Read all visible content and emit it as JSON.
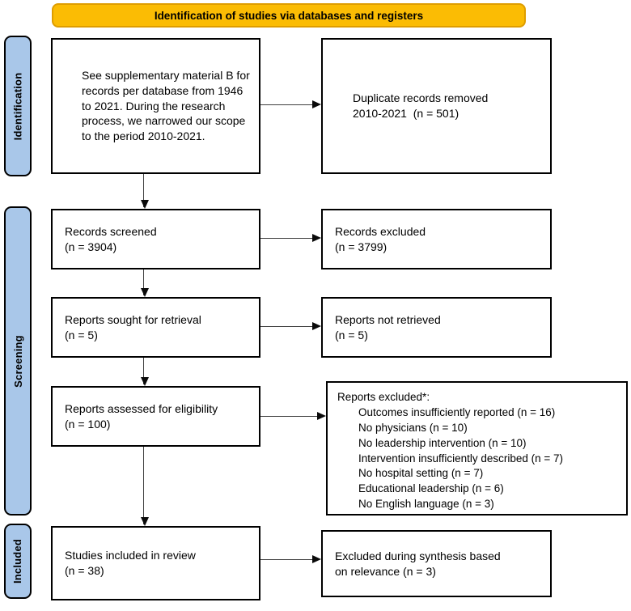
{
  "banner": {
    "label": "Identification of studies via databases and registers"
  },
  "colors": {
    "banner_fill": "#FBBC04",
    "banner_border": "#DE9D00",
    "stage_fill": "#A9C7E9",
    "box_border": "#000000",
    "arrow": "#3f3f3f"
  },
  "stages": [
    {
      "label": "Identification"
    },
    {
      "label": "Screening"
    },
    {
      "label": "Included"
    }
  ],
  "boxes": {
    "supplementary_note": {
      "text": "See supplementary material B for records per database from 1946 to 2021. During the research process, we narrowed our scope to the period 2010-2021."
    },
    "duplicates_removed": {
      "text": "Duplicate records removed\n2010-2021  (n = 501)"
    },
    "records_screened": {
      "text": "Records screened\n(n = 3904)"
    },
    "records_excluded": {
      "text": "Records excluded\n(n = 3799)"
    },
    "reports_sought": {
      "text": "Reports sought for retrieval\n(n = 5)"
    },
    "reports_not_retrieved": {
      "text": "Reports not retrieved\n(n = 5)"
    },
    "reports_assessed": {
      "text": "Reports assessed for eligibility\n(n = 100)"
    },
    "reports_excluded": {
      "title": "Reports excluded*:",
      "reasons": [
        "Outcomes insufficiently reported (n = 16)",
        "No physicians (n = 10)",
        "No leadership intervention (n = 10)",
        "Intervention insufficiently described (n = 7)",
        "No hospital setting (n = 7)",
        "Educational leadership (n = 6)",
        "No English language (n = 3)"
      ]
    },
    "studies_included": {
      "text": "Studies included in review\n(n = 38)"
    },
    "excluded_synthesis": {
      "text": "Excluded during synthesis based\non relevance (n = 3)"
    }
  }
}
